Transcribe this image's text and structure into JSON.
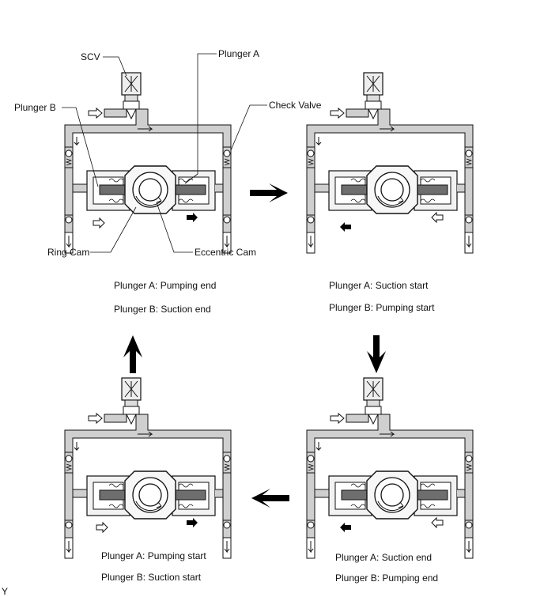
{
  "labels": {
    "scv": "SCV",
    "plunger_a": "Plunger A",
    "plunger_b": "Plunger B",
    "check_valve": "Check Valve",
    "ring_cam": "Ring Cam",
    "eccentric_cam": "Eccentric Cam"
  },
  "stages": [
    {
      "line_a": "Plunger A: Pumping end",
      "line_b": "Plunger B: Suction end"
    },
    {
      "line_a": "Plunger A: Suction start",
      "line_b": "Plunger B: Pumping start"
    },
    {
      "line_a": "Plunger A: Pumping start",
      "line_b": "Plunger B: Suction start"
    },
    {
      "line_a": "Plunger A: Suction end",
      "line_b": "Plunger B: Pumping end"
    }
  ],
  "footnote": "Y",
  "colors": {
    "line": "#111111",
    "pipe_fill": "#cfcfcf",
    "rod_fill": "#6e6e6e",
    "body_fill": "#f2f2f2",
    "arrow_fill": "#000000"
  }
}
